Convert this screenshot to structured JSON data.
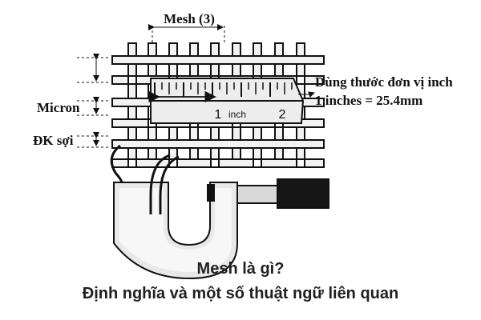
{
  "labels": {
    "mesh": "Mesh (3)",
    "micron": "Micron",
    "wire_diameter": "ĐK sợi",
    "ruler_note_line1": "Dùng thước đơn vị inch",
    "ruler_note_line2": "1 inches = 25.4mm",
    "ruler_tick_1": "1",
    "ruler_unit": "inch",
    "ruler_tick_2": "2"
  },
  "caption": {
    "line1": "Mesh là gì?",
    "line2": "Định nghĩa và một số thuật ngữ liên quan"
  },
  "colors": {
    "ink": "#111111",
    "caption_text": "#202020",
    "shadow_gray": "#cfcfcf",
    "light_gray": "#e6e6e6",
    "dark_block": "#161616"
  }
}
